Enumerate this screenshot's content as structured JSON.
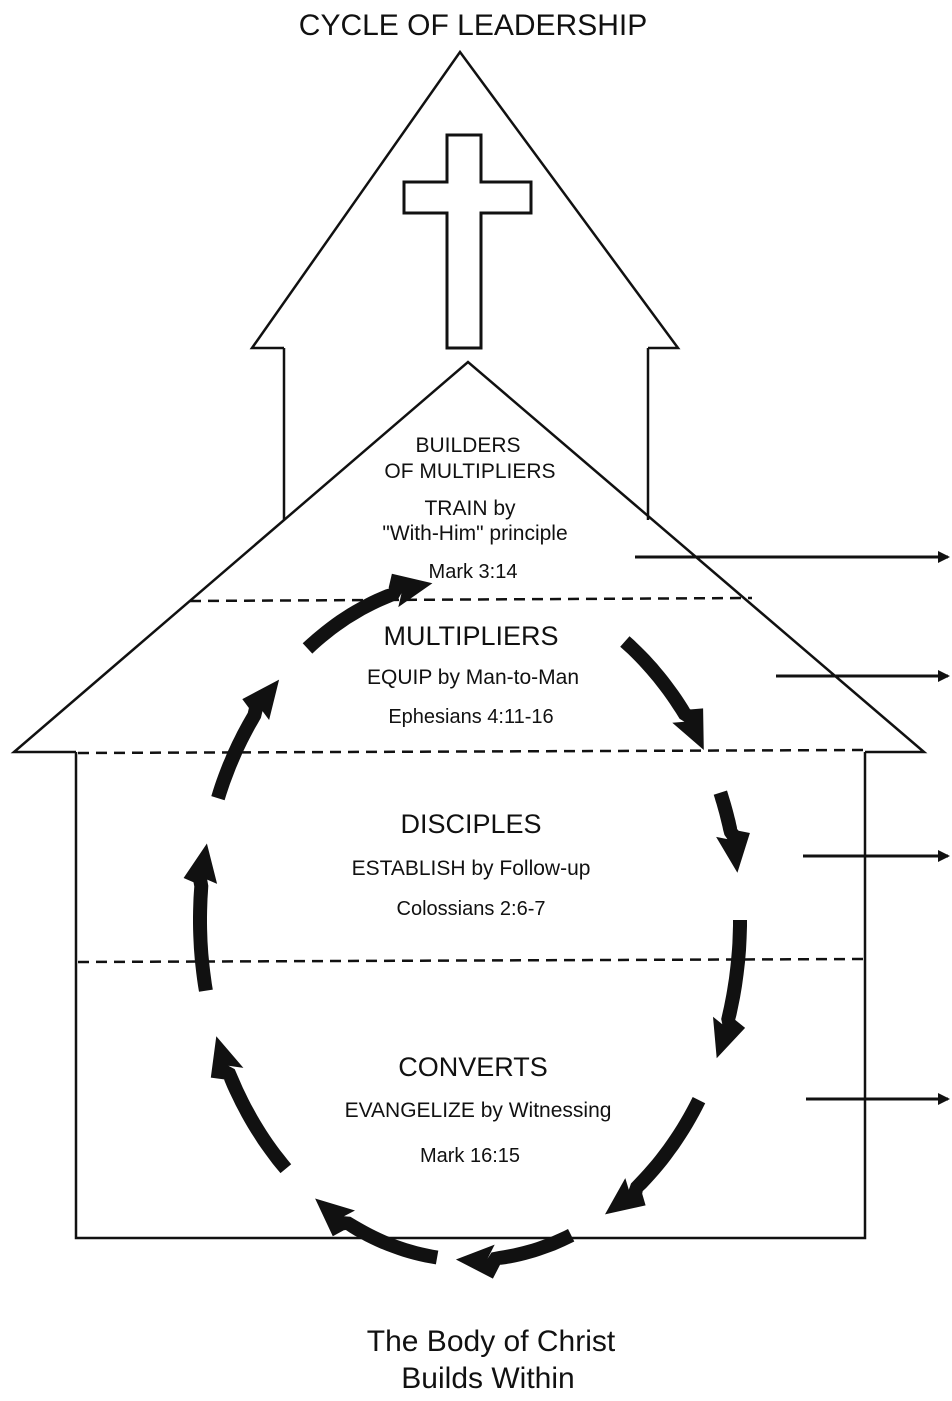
{
  "diagram": {
    "title": "CYCLE OF LEADERSHIP",
    "levels": [
      {
        "heading_lines": [
          "BUILDERS",
          "OF MULTIPLIERS"
        ],
        "method_lines": [
          "TRAIN by",
          "\"With-Him\" principle"
        ],
        "reference": "Mark 3:14"
      },
      {
        "heading_lines": [
          "MULTIPLIERS"
        ],
        "method_lines": [
          "EQUIP by Man-to-Man"
        ],
        "reference": "Ephesians 4:11-16"
      },
      {
        "heading_lines": [
          "DISCIPLES"
        ],
        "method_lines": [
          "ESTABLISH by Follow-up"
        ],
        "reference": "Colossians 2:6-7"
      },
      {
        "heading_lines": [
          "CONVERTS"
        ],
        "method_lines": [
          "EVANGELIZE by Witnessing"
        ],
        "reference": "Mark 16:15"
      }
    ],
    "footer_lines": [
      "The Body of Christ",
      "Builds Within"
    ],
    "colors": {
      "ink": "#111111",
      "background": "#ffffff"
    },
    "icons": [
      "cross-icon",
      "cycle-arrow-icon",
      "outward-arrow-icon"
    ]
  }
}
